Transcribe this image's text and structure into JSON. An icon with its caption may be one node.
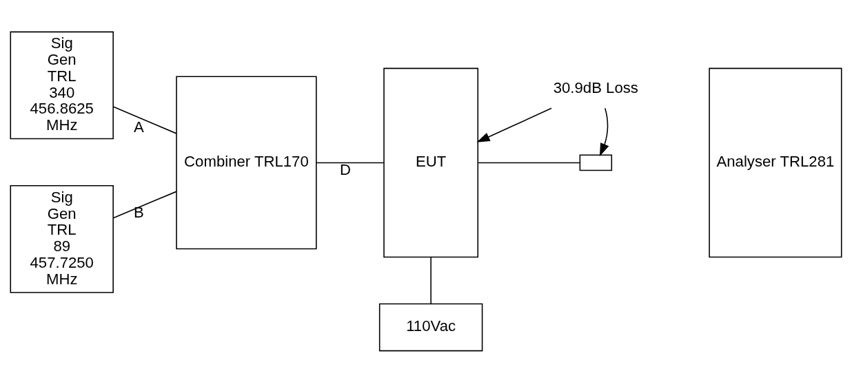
{
  "diagram": {
    "nodes": [
      {
        "text": [
          "Sig Gen TRL 340 456.8625 MHz"
        ]
      },
      {
        "text": [
          "Sig Gen TRL 89 457.7250 MHz"
        ]
      },
      {
        "text": [
          "Combiner TRL170"
        ]
      },
      {
        "text": [
          "EUT"
        ]
      },
      {
        "text": [
          "30.9dB Loss"
        ]
      },
      {
        "text": [],
        "shape": "box"
      },
      {
        "text": [
          "Analyser TRL281"
        ]
      },
      {
        "text": [
          "110Vac"
        ]
      }
    ],
    "edges": [
      {
        "from": 0,
        "to": 2,
        "arrow": "none",
        "label": "A"
      },
      {
        "from": 1,
        "to": 2,
        "arrow": "none",
        "label": "B"
      },
      {
        "from": 2,
        "to": 3,
        "arrow": "none",
        "label": "D"
      },
      {
        "from": 3,
        "to": 5,
        "arrow": "none"
      },
      {
        "from": 3,
        "to": 7,
        "arrow": "none"
      },
      {
        "from": 4,
        "to": 3,
        "arrow": "to"
      },
      {
        "from": 4,
        "to": 5,
        "arrow": "to"
      }
    ]
  }
}
